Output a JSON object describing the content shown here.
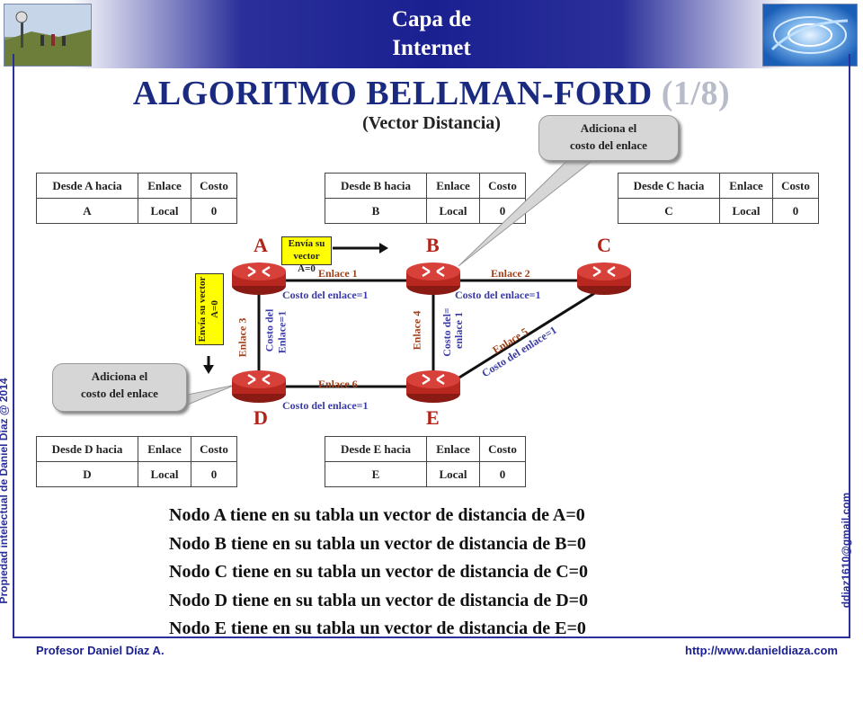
{
  "header": {
    "title_line1": "Capa de",
    "title_line2": "Internet"
  },
  "title": {
    "main": "ALGORITMO BELLMAN-FORD",
    "part": "(1/8)",
    "subtitle": "(Vector Distancia)"
  },
  "side": {
    "left_vertical": "Propiedad intelectual de Daniel Díaz @ 2014",
    "right_vertical": "ddiaz1610@gmail.com"
  },
  "footer": {
    "left": "Profesor Daniel Díaz A.",
    "right": "http://www.danieldiaza.com"
  },
  "tables": [
    {
      "h1": "Desde A hacia",
      "h2": "Enlace",
      "h3": "Costo",
      "v1": "A",
      "v2": "Local",
      "v3": "0"
    },
    {
      "h1": "Desde B hacia",
      "h2": "Enlace",
      "h3": "Costo",
      "v1": "B",
      "v2": "Local",
      "v3": "0"
    },
    {
      "h1": "Desde C hacia",
      "h2": "Enlace",
      "h3": "Costo",
      "v1": "C",
      "v2": "Local",
      "v3": "0"
    },
    {
      "h1": "Desde D hacia",
      "h2": "Enlace",
      "h3": "Costo",
      "v1": "D",
      "v2": "Local",
      "v3": "0"
    },
    {
      "h1": "Desde E hacia",
      "h2": "Enlace",
      "h3": "Costo",
      "v1": "E",
      "v2": "Local",
      "v3": "0"
    }
  ],
  "nodes": {
    "a": "A",
    "b": "B",
    "c": "C",
    "d": "D",
    "e": "E"
  },
  "links": {
    "enlace1": "Enlace 1",
    "enlace2": "Enlace 2",
    "enlace3": "Enlace 3",
    "enlace4": "Enlace 4",
    "enlace5": "Enlace 5",
    "enlace6": "Enlace 6",
    "cost_ab": "Costo del enlace=1",
    "cost_bc": "Costo del enlace=1",
    "cost_ad_1": "Costo del",
    "cost_ad_2": "Enlace=1",
    "cost_be_1": "Costo del=",
    "cost_be_2": "enlace 1",
    "cost_ce": "Costo del enlace=1",
    "cost_de": "Costo del enlace=1"
  },
  "callouts": {
    "top_1": "Adiciona el",
    "top_2": "costo del enlace",
    "left_1": "Adiciona el",
    "left_2": "costo del enlace"
  },
  "messages": {
    "horizontal_1": "Envía su vector",
    "horizontal_2": "A=0",
    "vertical_1": "Envía su vector",
    "vertical_2": "A=0"
  },
  "bullets": [
    "Nodo A tiene en su tabla un vector de distancia de A=0",
    "Nodo B tiene en su tabla un vector de distancia de B=0",
    "Nodo C tiene en su tabla un vector de distancia de C=0",
    "Nodo D tiene en su tabla un vector de distancia de D=0",
    "Nodo E tiene en su tabla un vector de distancia de E=0"
  ],
  "colors": {
    "header_blue": "#1a2090",
    "node_red": "#b0241a",
    "link_brown": "#a0401a",
    "cost_blue": "#3a3aa8",
    "router_red": "#c8302a",
    "message_yellow": "#ffff00"
  }
}
